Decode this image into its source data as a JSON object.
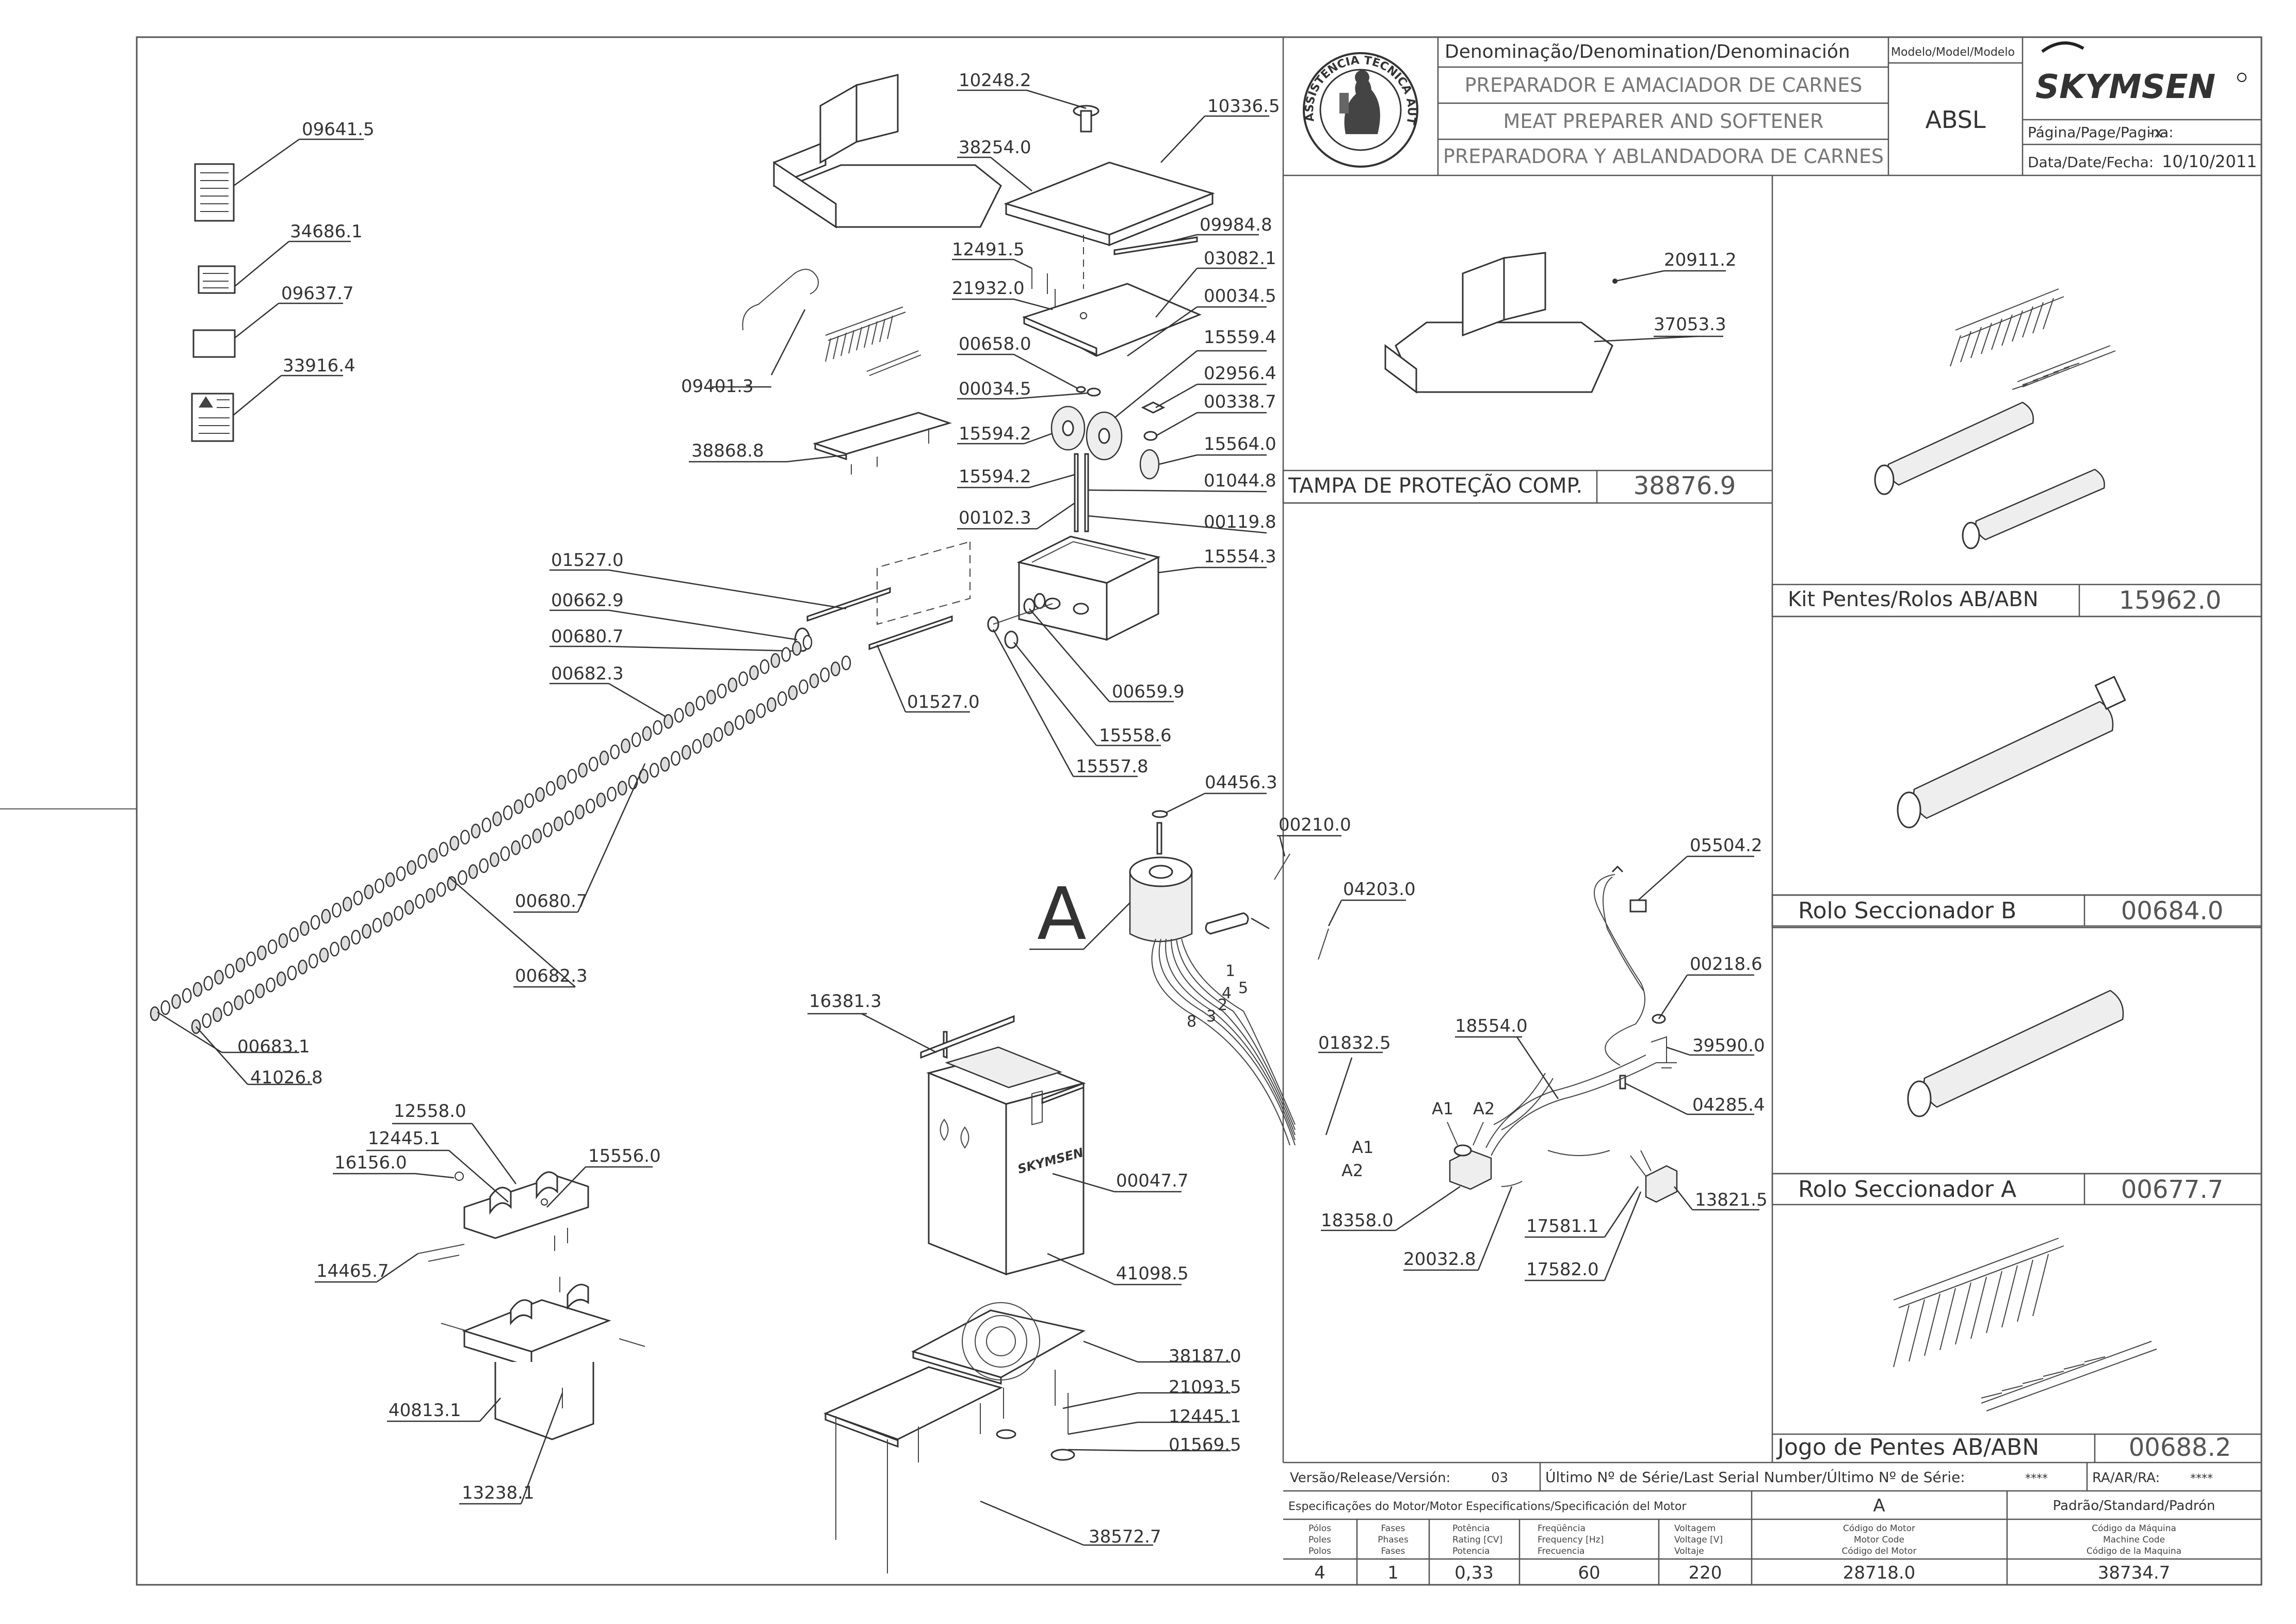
{
  "brand": "SKYMSEN",
  "authorized_seal": "ASSISTÊNCIA TÉCNICA AUTORIZADA",
  "title_block": {
    "denomination_label": "Denominação/Denomination/Denominación",
    "name_pt": "PREPARADOR E AMACIADOR DE CARNES",
    "name_en": "MEAT PREPARER AND SOFTENER",
    "name_es": "PREPARADORA Y ABLANDADORA DE CARNES",
    "model_label": "Modelo/Model/Modelo",
    "model": "ABSL",
    "page_label": "Página/Page/Pagina:",
    "page_value": "-x-",
    "date_label": "Data/Date/Fecha:",
    "date_value": "10/10/2011"
  },
  "side_panels": [
    {
      "label": "TAMPA DE PROTEÇÃO COMP.",
      "code": "38876.9"
    },
    {
      "label": "Kit Pentes/Rolos AB/ABN",
      "code": "15962.0"
    },
    {
      "label": "Rolo Seccionador B",
      "code": "00684.0"
    },
    {
      "label": "Rolo Seccionador A",
      "code": "00677.7"
    },
    {
      "label": "Jogo de Pentes AB/ABN",
      "code": "00688.2"
    }
  ],
  "cover_parts": [
    "20911.2",
    "37053.3"
  ],
  "parts": {
    "p09641_5": "09641.5",
    "p34686_1": "34686.1",
    "p09637_7": "09637.7",
    "p33916_4": "33916.4",
    "p10248_2": "10248.2",
    "p10336_5": "10336.5",
    "p38254_0": "38254.0",
    "p09984_8": "09984.8",
    "p12491_5": "12491.5",
    "p03082_1": "03082.1",
    "p21932_0": "21932.0",
    "p00034_5a": "00034.5",
    "p15559_4": "15559.4",
    "p00658_0": "00658.0",
    "p02956_4": "02956.4",
    "p00034_5b": "00034.5",
    "p00338_7": "00338.7",
    "p09401_3": "09401.3",
    "p15594_2a": "15594.2",
    "p15564_0": "15564.0",
    "p15594_2b": "15594.2",
    "p01044_8": "01044.8",
    "p38868_8": "38868.8",
    "p00102_3": "00102.3",
    "p00119_8": "00119.8",
    "p15554_3": "15554.3",
    "p01527_0a": "01527.0",
    "p00662_9": "00662.9",
    "p00680_7a": "00680.7",
    "p00682_3a": "00682.3",
    "p01527_0b": "01527.0",
    "p00659_9": "00659.9",
    "p15558_6": "15558.6",
    "p15557_8": "15557.8",
    "p00680_7b": "00680.7",
    "p00682_3b": "00682.3",
    "p00683_1": "00683.1",
    "p41026_8": "41026.8",
    "p04456_3": "04456.3",
    "p00210_0": "00210.0",
    "p04203_0": "04203.0",
    "p01832_5": "01832.5",
    "p05504_2": "05504.2",
    "p00218_6": "00218.6",
    "p18554_0": "18554.0",
    "p39590_0": "39590.0",
    "p04285_4": "04285.4",
    "p13821_5": "13821.5",
    "p17581_1": "17581.1",
    "p17582_0": "17582.0",
    "p18358_0": "18358.0",
    "p20032_8": "20032.8",
    "p16381_3": "16381.3",
    "p00047_7": "00047.7",
    "p41098_5": "41098.5",
    "p12558_0": "12558.0",
    "p12445_1a": "12445.1",
    "p16156_0": "16156.0",
    "p15556_0": "15556.0",
    "p14465_7": "14465.7",
    "p40813_1": "40813.1",
    "p13238_1": "13238.1",
    "p38187_0": "38187.0",
    "p21093_5": "21093.5",
    "p12445_1b": "12445.1",
    "p01569_5": "01569.5",
    "p38572_7": "38572.7"
  },
  "view_marker": "A",
  "wire_marks": {
    "w1": "1",
    "w5": "5",
    "w4": "4",
    "w2": "2",
    "w3": "3",
    "w8": "8",
    "a1": "A1",
    "a2": "A2",
    "ca1": "A1",
    "ca2": "A2"
  },
  "footer": {
    "version_label": "Versão/Release/Versión:",
    "version_value": "03",
    "serial_label": "Último Nº de Série/Last Serial Number/Último Nº de Série:",
    "serial_value": "****",
    "ra_label": "RA/AR/RA:",
    "ra_value": "****",
    "motor_spec_label": "Especificações do Motor/Motor Especifications/Specificación del Motor",
    "motor_letter": "A",
    "standard_label": "Padrão/Standard/Padrón",
    "headers": [
      [
        "Pólos",
        "Poles",
        "Polos"
      ],
      [
        "Fases",
        "Phases",
        "Fases"
      ],
      [
        "Potência",
        "Rating [CV]",
        "Potencia"
      ],
      [
        "Freqüência",
        "Frequency [Hz]",
        "Frecuencia"
      ],
      [
        "Voltagem",
        "Voltage [V]",
        "Voltaje"
      ],
      [
        "Código do Motor",
        "Motor Code",
        "Código del Motor"
      ],
      [
        "Código da Máquina",
        "Machine Code",
        "Código de la Maquina"
      ]
    ],
    "values": [
      "4",
      "1",
      "0,33",
      "60",
      "220",
      "28718.0",
      "38734.7"
    ]
  },
  "colors": {
    "line": "#333333",
    "faint": "#777777",
    "background": "#ffffff"
  }
}
